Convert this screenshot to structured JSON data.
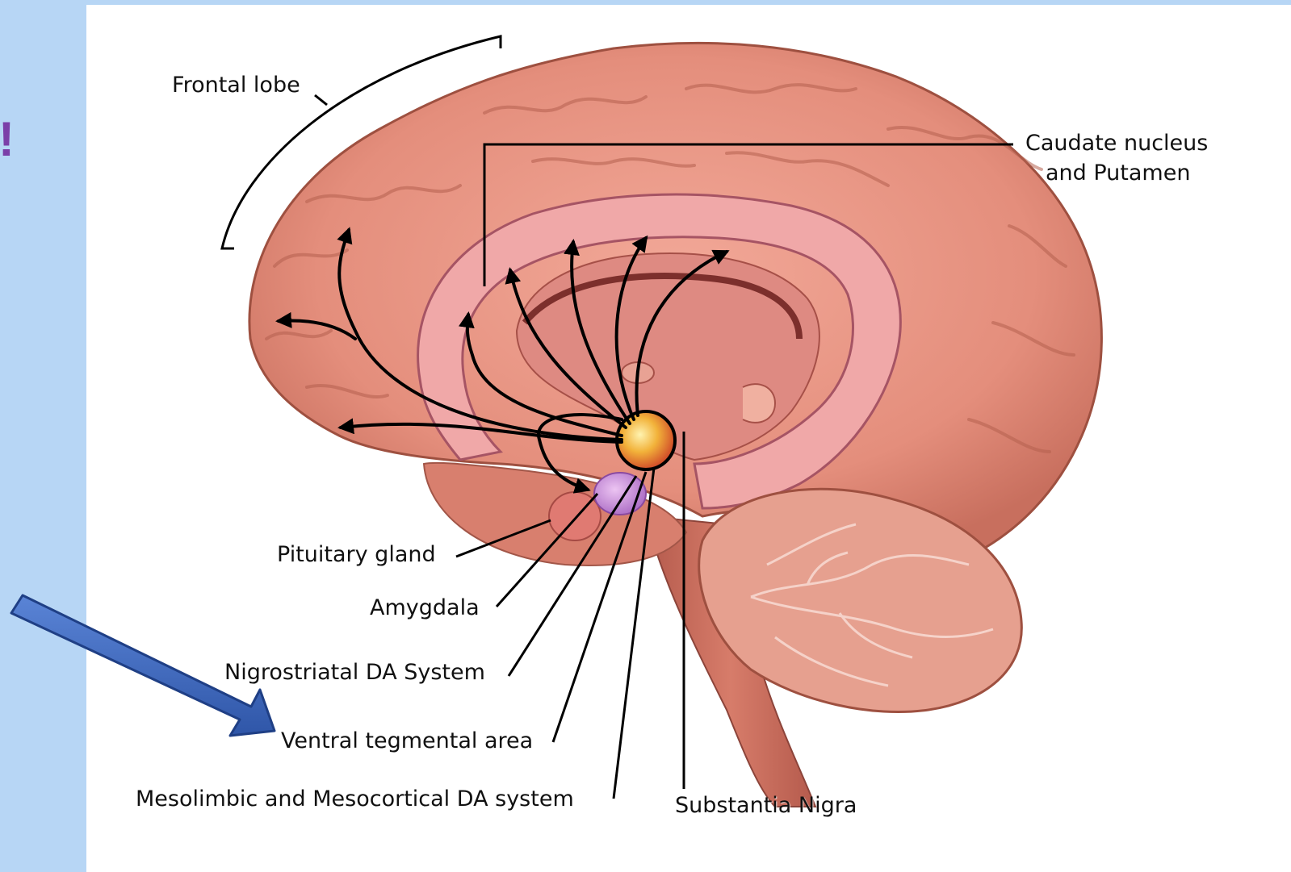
{
  "slide": {
    "exclamation": "!"
  },
  "diagram": {
    "labels": {
      "frontal_lobe": "Frontal lobe",
      "caudate_line1": "Caudate nucleus",
      "caudate_line2": "and Putamen",
      "pituitary": "Pituitary gland",
      "amygdala": "Amygdala",
      "nigrostriatal": "Nigrostriatal DA System",
      "vta": "Ventral tegmental area",
      "mesolimbic": "Mesolimbic and Mesocortical DA system",
      "substantia_nigra": "Substantia Nigra"
    },
    "colors": {
      "panel": "#b7d6f5",
      "brain": "#e48e7c",
      "cingulate": "#f0a8a8",
      "cerebellum": "#e6a08f",
      "arrow_pointer": "#3b63b8",
      "vta_marker": "#f2b23a",
      "amygdala_marker": "#c58ad6"
    }
  }
}
